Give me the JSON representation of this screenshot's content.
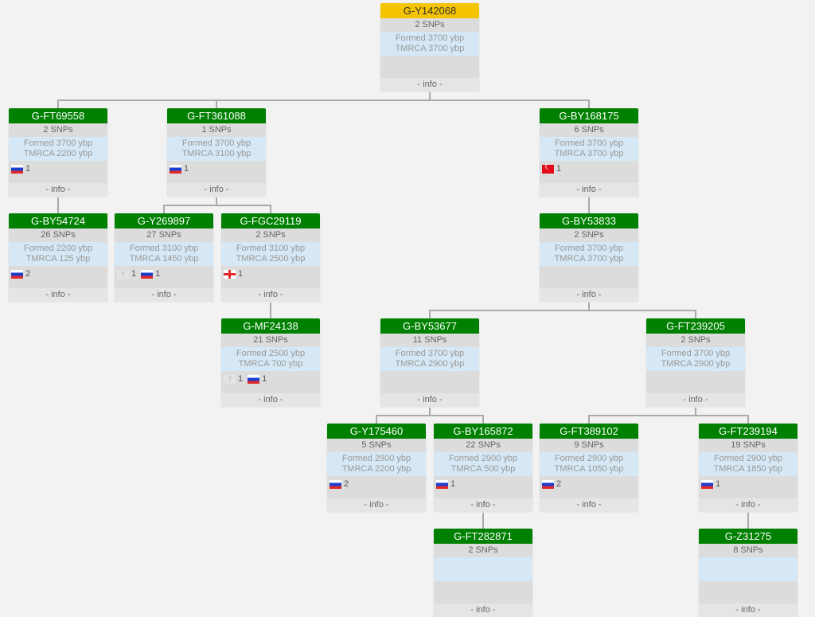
{
  "info_label": "- info -",
  "colors": {
    "root_header": "#f5c400",
    "node_header": "#008000",
    "dates_bg": "#d6e8f5",
    "background": "#f2f2f2"
  },
  "nodes": [
    {
      "id": "G-Y142068",
      "parent": null,
      "root": true,
      "snps": "2 SNPs",
      "formed": "Formed 3700 ybp",
      "tmrca": "TMRCA 3700 ybp",
      "countries": []
    },
    {
      "id": "G-FT69558",
      "parent": "G-Y142068",
      "snps": "2 SNPs",
      "formed": "Formed 3700 ybp",
      "tmrca": "TMRCA 2200 ybp",
      "countries": [
        {
          "flag": "russia",
          "count": "1"
        }
      ]
    },
    {
      "id": "G-FT361088",
      "parent": "G-Y142068",
      "snps": "1 SNPs",
      "formed": "Formed 3700 ybp",
      "tmrca": "TMRCA 3100 ybp",
      "countries": [
        {
          "flag": "russia",
          "count": "1"
        }
      ]
    },
    {
      "id": "G-BY168175",
      "parent": "G-Y142068",
      "snps": "6 SNPs",
      "formed": "Formed 3700 ybp",
      "tmrca": "TMRCA 3700 ybp",
      "countries": [
        {
          "flag": "turkey",
          "count": "1"
        }
      ]
    },
    {
      "id": "G-BY54724",
      "parent": "G-FT69558",
      "snps": "26 SNPs",
      "formed": "Formed 2200 ybp",
      "tmrca": "TMRCA 125 ybp",
      "countries": [
        {
          "flag": "russia",
          "count": "2"
        }
      ]
    },
    {
      "id": "G-Y269897",
      "parent": "G-FT361088",
      "snps": "27 SNPs",
      "formed": "Formed 3100 ybp",
      "tmrca": "TMRCA 1450 ybp",
      "countries": [
        {
          "flag": "unknown",
          "count": "1"
        },
        {
          "flag": "russia",
          "count": "1"
        }
      ]
    },
    {
      "id": "G-FGC29119",
      "parent": "G-FT361088",
      "snps": "2 SNPs",
      "formed": "Formed 3100 ybp",
      "tmrca": "TMRCA 2500 ybp",
      "countries": [
        {
          "flag": "georgia",
          "count": "1"
        }
      ]
    },
    {
      "id": "G-BY53833",
      "parent": "G-BY168175",
      "snps": "2 SNPs",
      "formed": "Formed 3700 ybp",
      "tmrca": "TMRCA 3700 ybp",
      "countries": []
    },
    {
      "id": "G-MF24138",
      "parent": "G-FGC29119",
      "snps": "21 SNPs",
      "formed": "Formed 2500 ybp",
      "tmrca": "TMRCA 700 ybp",
      "countries": [
        {
          "flag": "unknown",
          "count": "1"
        },
        {
          "flag": "russia",
          "count": "1"
        }
      ]
    },
    {
      "id": "G-BY53677",
      "parent": "G-BY53833",
      "snps": "11 SNPs",
      "formed": "Formed 3700 ybp",
      "tmrca": "TMRCA 2900 ybp",
      "countries": []
    },
    {
      "id": "G-FT239205",
      "parent": "G-BY53833",
      "snps": "2 SNPs",
      "formed": "Formed 3700 ybp",
      "tmrca": "TMRCA 2900 ybp",
      "countries": []
    },
    {
      "id": "G-Y175460",
      "parent": "G-BY53677",
      "snps": "5 SNPs",
      "formed": "Formed 2900 ybp",
      "tmrca": "TMRCA 2200 ybp",
      "countries": [
        {
          "flag": "russia",
          "count": "2"
        }
      ]
    },
    {
      "id": "G-BY165872",
      "parent": "G-BY53677",
      "snps": "22 SNPs",
      "formed": "Formed 2900 ybp",
      "tmrca": "TMRCA 500 ybp",
      "countries": [
        {
          "flag": "russia",
          "count": "1"
        }
      ]
    },
    {
      "id": "G-FT389102",
      "parent": "G-FT239205",
      "snps": "9 SNPs",
      "formed": "Formed 2900 ybp",
      "tmrca": "TMRCA 1050 ybp",
      "countries": [
        {
          "flag": "russia",
          "count": "2"
        }
      ]
    },
    {
      "id": "G-FT239194",
      "parent": "G-FT239205",
      "snps": "19 SNPs",
      "formed": "Formed 2900 ybp",
      "tmrca": "TMRCA 1850 ybp",
      "countries": [
        {
          "flag": "russia",
          "count": "1"
        }
      ]
    },
    {
      "id": "G-FT282871",
      "parent": "G-BY165872",
      "snps": "2 SNPs",
      "formed": "",
      "tmrca": "",
      "countries": []
    },
    {
      "id": "G-Z31275",
      "parent": "G-FT239194",
      "snps": "8 SNPs",
      "formed": "",
      "tmrca": "",
      "countries": []
    }
  ]
}
